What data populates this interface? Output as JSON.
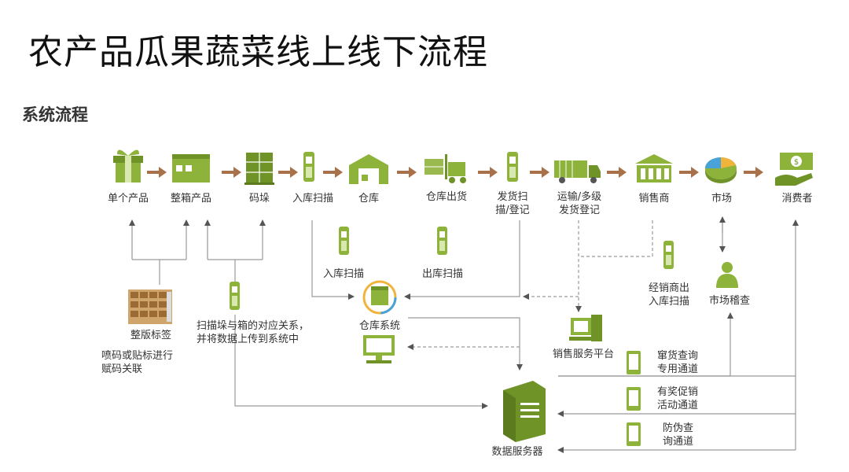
{
  "title": "农产品瓜果蔬菜线上线下流程",
  "section": "系统流程",
  "steps": {
    "single_product": "单个产品",
    "boxed_product": "整箱产品",
    "stacking": "码垛",
    "warehouse_in_scan": "入库扫描",
    "warehouse": "仓库",
    "warehouse_out": "仓库出货",
    "ship_scan": "发货扫\n描/登记",
    "transport": "运输/多级\n发货登记",
    "distributor": "销售商",
    "market": "市场",
    "consumer": "消费者"
  },
  "middle": {
    "in_scan": "入库扫描",
    "out_scan": "出库扫描",
    "pallet_label": "整版标签",
    "pallet_note": "喷码或贴标进行\n赋码关联",
    "scan_note": "扫描垛与箱的对应关系，\n并将数据上传到系统中",
    "warehouse_system": "仓库系统",
    "dealer_scan": "经销商出\n入库扫描",
    "market_inspect": "市场稽查",
    "sales_platform": "销售服务平台",
    "channel_query": "窜货查询\n专用通道",
    "channel_promo": "有奖促销\n活动通道",
    "channel_antifake": "防伪查\n询通道",
    "data_server": "数据服务器"
  },
  "colors": {
    "green": "#8db33a",
    "green_dark": "#6f9327",
    "arrow_brown": "#a9714a",
    "line_gray": "#9a9a9a"
  }
}
